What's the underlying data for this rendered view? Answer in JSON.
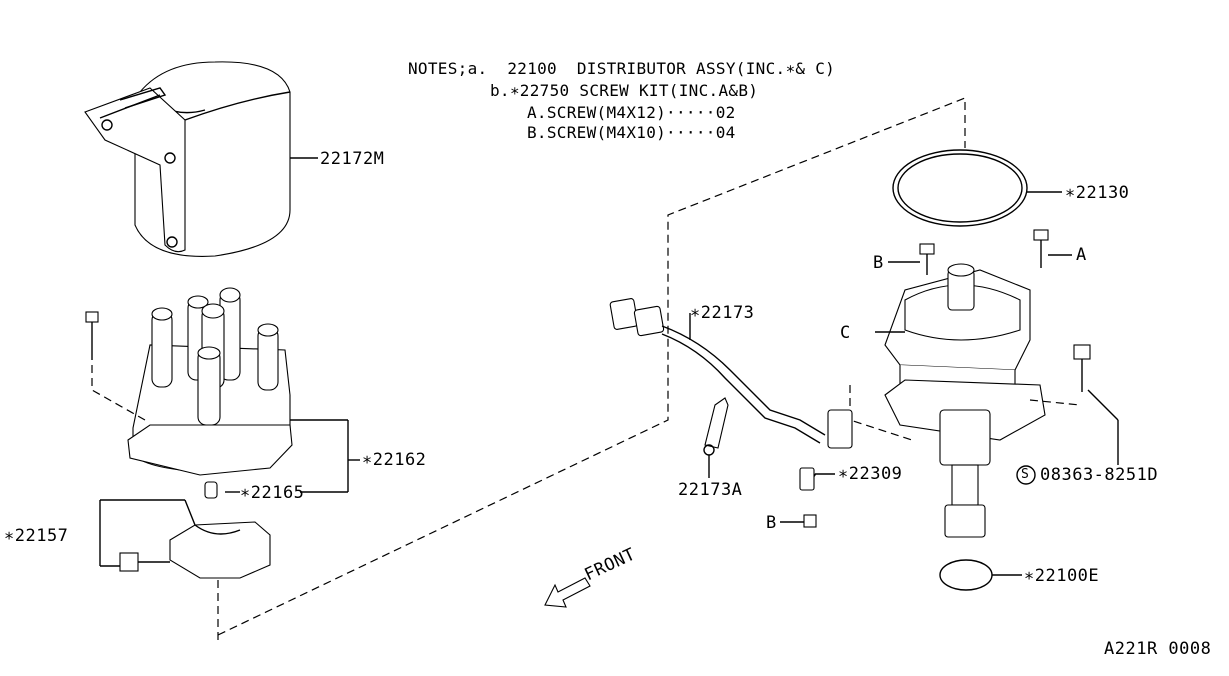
{
  "notes": {
    "line1": "NOTES;a.  22100  DISTRIBUTOR ASSY(INC.∗& C)",
    "line2": "b.∗22750 SCREW KIT(INC.A&B)",
    "line3": "A.SCREW(M4X12)·····02",
    "line4": "B.SCREW(M4X10)·····04"
  },
  "labels": {
    "p22172M": "22172M",
    "p22130": "∗22130",
    "pA": "A",
    "pB_top": "B",
    "pC": "C",
    "p22173": "∗22173",
    "p22162": "∗22162",
    "p22165": "∗22165",
    "p22157": "∗22157",
    "p22173A": "22173A",
    "p22309": "∗22309",
    "pB_bottom": "B",
    "pS_circle": "S",
    "p08363": "08363-8251D",
    "p22100E": "∗22100E",
    "front": "FRONT",
    "diagram_code": "A221R 0008"
  },
  "icons": {
    "front_arrow": "front-arrow-icon"
  }
}
